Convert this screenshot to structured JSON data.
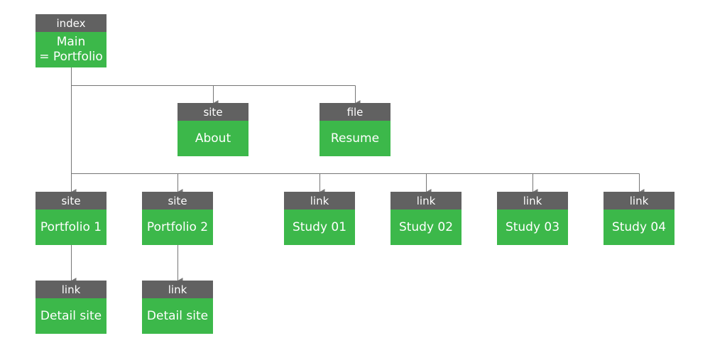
{
  "colors": {
    "type_header": "#616161",
    "node_body": "#3cb84a",
    "connector": "#757575"
  },
  "nodes": {
    "main": {
      "type": "index",
      "label": "Main\n= Portfolio"
    },
    "about": {
      "type": "site",
      "label": "About"
    },
    "resume": {
      "type": "file",
      "label": "Resume"
    },
    "pf1": {
      "type": "site",
      "label": "Portfolio 1"
    },
    "pf2": {
      "type": "site",
      "label": "Portfolio 2"
    },
    "study1": {
      "type": "link",
      "label": "Study 01"
    },
    "study2": {
      "type": "link",
      "label": "Study 02"
    },
    "study3": {
      "type": "link",
      "label": "Study 03"
    },
    "study4": {
      "type": "link",
      "label": "Study 04"
    },
    "detail1": {
      "type": "link",
      "label": "Detail site"
    },
    "detail2": {
      "type": "link",
      "label": "Detail site"
    }
  },
  "edges": [
    [
      "main",
      "about"
    ],
    [
      "main",
      "resume"
    ],
    [
      "main",
      "pf1"
    ],
    [
      "main",
      "pf2"
    ],
    [
      "main",
      "study1"
    ],
    [
      "main",
      "study2"
    ],
    [
      "main",
      "study3"
    ],
    [
      "main",
      "study4"
    ],
    [
      "pf1",
      "detail1"
    ],
    [
      "pf2",
      "detail2"
    ]
  ]
}
